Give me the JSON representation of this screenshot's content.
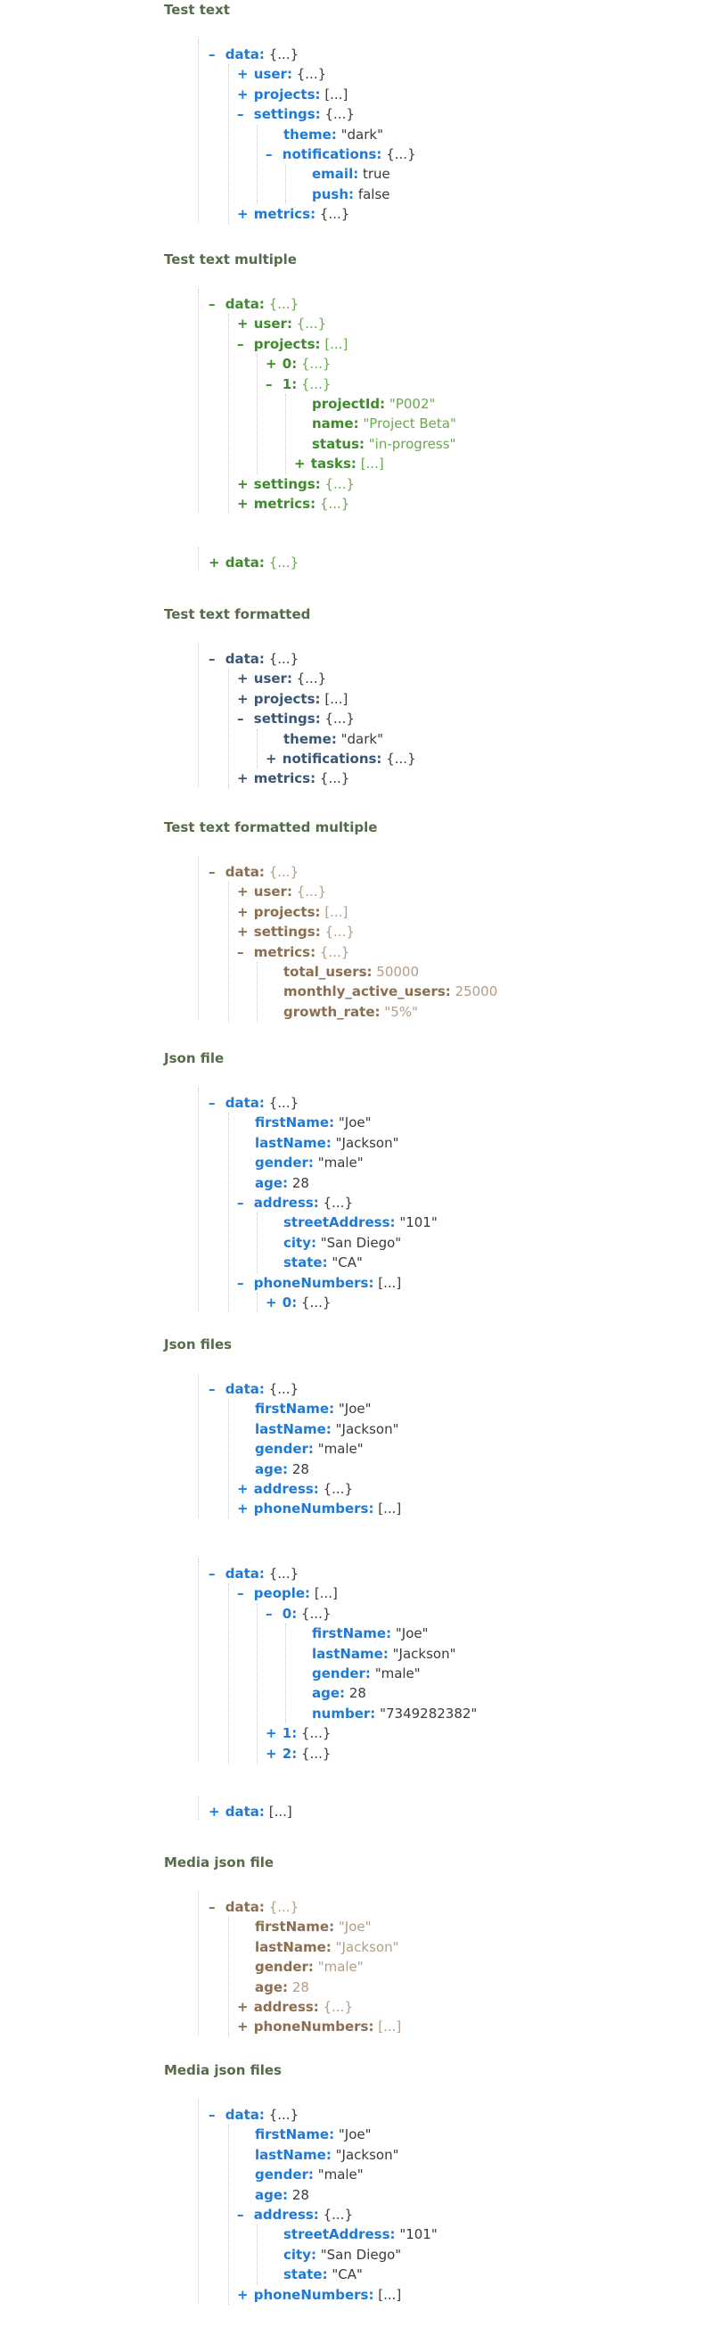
{
  "colors": {
    "title": "#556b4a",
    "blue_key": "#1f7ad6",
    "green_key": "#3f8a2e",
    "green_value": "#6aa84f",
    "navy_key": "#3a5676",
    "brown_key": "#8b6d4f",
    "brown_value": "#b59c84",
    "guide": "#c8c8c8"
  },
  "sections": [
    {
      "title": "Test text",
      "theme": "blue",
      "trees": [
        {
          "rows": [
            {
              "level": 0,
              "toggle": "–",
              "key": "data:",
              "value": "{...}"
            },
            {
              "level": 1,
              "toggle": "+",
              "key": "user:",
              "value": "{...}"
            },
            {
              "level": 1,
              "toggle": "+",
              "key": "projects:",
              "value": "[...]"
            },
            {
              "level": 1,
              "toggle": "–",
              "key": "settings:",
              "value": "{...}"
            },
            {
              "level": 2,
              "toggle": "",
              "key": "theme:",
              "value": "\"dark\""
            },
            {
              "level": 2,
              "toggle": "–",
              "key": "notifications:",
              "value": "{...}"
            },
            {
              "level": 3,
              "toggle": "",
              "key": "email:",
              "value": "true"
            },
            {
              "level": 3,
              "toggle": "",
              "key": "push:",
              "value": "false"
            },
            {
              "level": 1,
              "toggle": "+",
              "key": "metrics:",
              "value": "{...}"
            }
          ]
        }
      ]
    },
    {
      "title": "Test text multiple",
      "theme": "green",
      "trees": [
        {
          "rows": [
            {
              "level": 0,
              "toggle": "–",
              "key": "data:",
              "value": "{...}"
            },
            {
              "level": 1,
              "toggle": "+",
              "key": "user:",
              "value": "{...}"
            },
            {
              "level": 1,
              "toggle": "–",
              "key": "projects:",
              "value": "[...]"
            },
            {
              "level": 2,
              "toggle": "+",
              "key": "0:",
              "value": "{...}"
            },
            {
              "level": 2,
              "toggle": "–",
              "key": "1:",
              "value": "{...}"
            },
            {
              "level": 3,
              "toggle": "",
              "key": "projectId:",
              "value": "\"P002\""
            },
            {
              "level": 3,
              "toggle": "",
              "key": "name:",
              "value": "\"Project Beta\""
            },
            {
              "level": 3,
              "toggle": "",
              "key": "status:",
              "value": "\"in-progress\""
            },
            {
              "level": 3,
              "toggle": "+",
              "key": "tasks:",
              "value": "[...]"
            },
            {
              "level": 1,
              "toggle": "+",
              "key": "settings:",
              "value": "{...}"
            },
            {
              "level": 1,
              "toggle": "+",
              "key": "metrics:",
              "value": "{...}"
            }
          ]
        },
        {
          "rows": [
            {
              "level": 0,
              "toggle": "+",
              "key": "data:",
              "value": "{...}"
            }
          ]
        }
      ]
    },
    {
      "title": "Test text formatted",
      "theme": "navy",
      "trees": [
        {
          "rows": [
            {
              "level": 0,
              "toggle": "–",
              "key": "data:",
              "value": "{...}"
            },
            {
              "level": 1,
              "toggle": "+",
              "key": "user:",
              "value": "{...}"
            },
            {
              "level": 1,
              "toggle": "+",
              "key": "projects:",
              "value": "[...]"
            },
            {
              "level": 1,
              "toggle": "–",
              "key": "settings:",
              "value": "{...}"
            },
            {
              "level": 2,
              "toggle": "",
              "key": "theme:",
              "value": "\"dark\""
            },
            {
              "level": 2,
              "toggle": "+",
              "key": "notifications:",
              "value": "{...}"
            },
            {
              "level": 1,
              "toggle": "+",
              "key": "metrics:",
              "value": "{...}"
            }
          ]
        }
      ]
    },
    {
      "title": "Test text formatted multiple",
      "theme": "brown",
      "trees": [
        {
          "rows": [
            {
              "level": 0,
              "toggle": "–",
              "key": "data:",
              "value": "{...}"
            },
            {
              "level": 1,
              "toggle": "+",
              "key": "user:",
              "value": "{...}"
            },
            {
              "level": 1,
              "toggle": "+",
              "key": "projects:",
              "value": "[...]"
            },
            {
              "level": 1,
              "toggle": "+",
              "key": "settings:",
              "value": "{...}"
            },
            {
              "level": 1,
              "toggle": "–",
              "key": "metrics:",
              "value": "{...}"
            },
            {
              "level": 2,
              "toggle": "",
              "key": "total_users:",
              "value": "50000"
            },
            {
              "level": 2,
              "toggle": "",
              "key": "monthly_active_users:",
              "value": "25000"
            },
            {
              "level": 2,
              "toggle": "",
              "key": "growth_rate:",
              "value": "\"5%\""
            }
          ]
        }
      ]
    },
    {
      "title": "Json file",
      "theme": "blue",
      "trees": [
        {
          "rows": [
            {
              "level": 0,
              "toggle": "–",
              "key": "data:",
              "value": "{...}"
            },
            {
              "level": 1,
              "toggle": "",
              "key": "firstName:",
              "value": "\"Joe\""
            },
            {
              "level": 1,
              "toggle": "",
              "key": "lastName:",
              "value": "\"Jackson\""
            },
            {
              "level": 1,
              "toggle": "",
              "key": "gender:",
              "value": "\"male\""
            },
            {
              "level": 1,
              "toggle": "",
              "key": "age:",
              "value": "28"
            },
            {
              "level": 1,
              "toggle": "–",
              "key": "address:",
              "value": "{...}"
            },
            {
              "level": 2,
              "toggle": "",
              "key": "streetAddress:",
              "value": "\"101\""
            },
            {
              "level": 2,
              "toggle": "",
              "key": "city:",
              "value": "\"San Diego\""
            },
            {
              "level": 2,
              "toggle": "",
              "key": "state:",
              "value": "\"CA\""
            },
            {
              "level": 1,
              "toggle": "–",
              "key": "phoneNumbers:",
              "value": "[...]"
            },
            {
              "level": 2,
              "toggle": "+",
              "key": "0:",
              "value": "{...}"
            }
          ]
        }
      ]
    },
    {
      "title": "Json files",
      "theme": "blue",
      "trees": [
        {
          "rows": [
            {
              "level": 0,
              "toggle": "–",
              "key": "data:",
              "value": "{...}"
            },
            {
              "level": 1,
              "toggle": "",
              "key": "firstName:",
              "value": "\"Joe\""
            },
            {
              "level": 1,
              "toggle": "",
              "key": "lastName:",
              "value": "\"Jackson\""
            },
            {
              "level": 1,
              "toggle": "",
              "key": "gender:",
              "value": "\"male\""
            },
            {
              "level": 1,
              "toggle": "",
              "key": "age:",
              "value": "28"
            },
            {
              "level": 1,
              "toggle": "+",
              "key": "address:",
              "value": "{...}"
            },
            {
              "level": 1,
              "toggle": "+",
              "key": "phoneNumbers:",
              "value": "[...]"
            }
          ]
        },
        {
          "rows": [
            {
              "level": 0,
              "toggle": "–",
              "key": "data:",
              "value": "{...}"
            },
            {
              "level": 1,
              "toggle": "–",
              "key": "people:",
              "value": "[...]"
            },
            {
              "level": 2,
              "toggle": "–",
              "key": "0:",
              "value": "{...}"
            },
            {
              "level": 3,
              "toggle": "",
              "key": "firstName:",
              "value": "\"Joe\""
            },
            {
              "level": 3,
              "toggle": "",
              "key": "lastName:",
              "value": "\"Jackson\""
            },
            {
              "level": 3,
              "toggle": "",
              "key": "gender:",
              "value": "\"male\""
            },
            {
              "level": 3,
              "toggle": "",
              "key": "age:",
              "value": "28"
            },
            {
              "level": 3,
              "toggle": "",
              "key": "number:",
              "value": "\"7349282382\""
            },
            {
              "level": 2,
              "toggle": "+",
              "key": "1:",
              "value": "{...}"
            },
            {
              "level": 2,
              "toggle": "+",
              "key": "2:",
              "value": "{...}"
            }
          ]
        },
        {
          "rows": [
            {
              "level": 0,
              "toggle": "+",
              "key": "data:",
              "value": "[...]"
            }
          ]
        }
      ]
    },
    {
      "title": "Media json file",
      "theme": "brown",
      "trees": [
        {
          "rows": [
            {
              "level": 0,
              "toggle": "–",
              "key": "data:",
              "value": "{...}"
            },
            {
              "level": 1,
              "toggle": "",
              "key": "firstName:",
              "value": "\"Joe\""
            },
            {
              "level": 1,
              "toggle": "",
              "key": "lastName:",
              "value": "\"Jackson\""
            },
            {
              "level": 1,
              "toggle": "",
              "key": "gender:",
              "value": "\"male\""
            },
            {
              "level": 1,
              "toggle": "",
              "key": "age:",
              "value": "28"
            },
            {
              "level": 1,
              "toggle": "+",
              "key": "address:",
              "value": "{...}"
            },
            {
              "level": 1,
              "toggle": "+",
              "key": "phoneNumbers:",
              "value": "[...]"
            }
          ]
        }
      ]
    },
    {
      "title": "Media json files",
      "theme": "blue",
      "trees": [
        {
          "rows": [
            {
              "level": 0,
              "toggle": "–",
              "key": "data:",
              "value": "{...}"
            },
            {
              "level": 1,
              "toggle": "",
              "key": "firstName:",
              "value": "\"Joe\""
            },
            {
              "level": 1,
              "toggle": "",
              "key": "lastName:",
              "value": "\"Jackson\""
            },
            {
              "level": 1,
              "toggle": "",
              "key": "gender:",
              "value": "\"male\""
            },
            {
              "level": 1,
              "toggle": "",
              "key": "age:",
              "value": "28"
            },
            {
              "level": 1,
              "toggle": "–",
              "key": "address:",
              "value": "{...}"
            },
            {
              "level": 2,
              "toggle": "",
              "key": "streetAddress:",
              "value": "\"101\""
            },
            {
              "level": 2,
              "toggle": "",
              "key": "city:",
              "value": "\"San Diego\""
            },
            {
              "level": 2,
              "toggle": "",
              "key": "state:",
              "value": "\"CA\""
            },
            {
              "level": 1,
              "toggle": "+",
              "key": "phoneNumbers:",
              "value": "[...]"
            }
          ]
        }
      ]
    }
  ]
}
